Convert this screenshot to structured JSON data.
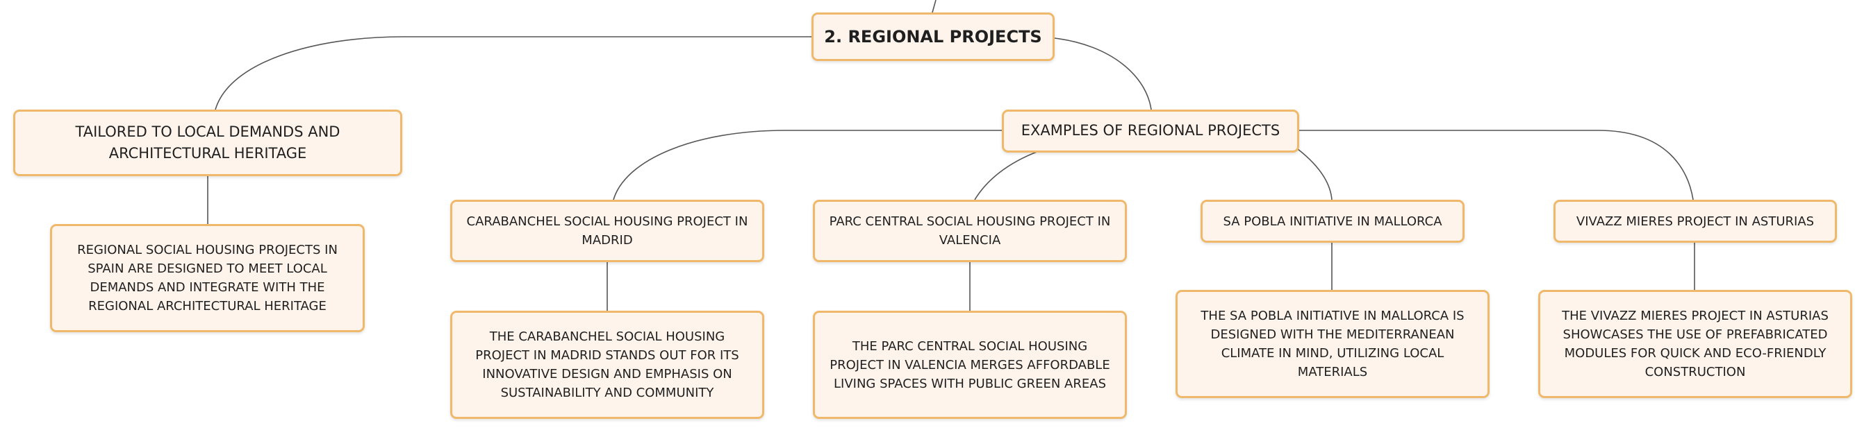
{
  "root": {
    "label": "2. REGIONAL PROJECTS"
  },
  "branches": [
    {
      "label": "TAILORED TO LOCAL DEMANDS AND ARCHITECTURAL HERITAGE",
      "detail": "REGIONAL SOCIAL HOUSING PROJECTS IN SPAIN ARE DESIGNED TO MEET LOCAL DEMANDS AND INTEGRATE WITH THE REGIONAL ARCHITECTURAL HERITAGE"
    },
    {
      "label": "EXAMPLES OF REGIONAL PROJECTS",
      "examples": [
        {
          "label": "CARABANCHEL SOCIAL HOUSING PROJECT IN MADRID",
          "detail": "THE CARABANCHEL SOCIAL HOUSING PROJECT IN MADRID STANDS OUT FOR ITS INNOVATIVE DESIGN AND EMPHASIS ON SUSTAINABILITY AND COMMUNITY"
        },
        {
          "label": "PARC CENTRAL SOCIAL HOUSING PROJECT IN VALENCIA",
          "detail": "THE PARC CENTRAL SOCIAL HOUSING PROJECT IN VALENCIA MERGES AFFORDABLE LIVING SPACES WITH PUBLIC GREEN AREAS"
        },
        {
          "label": "SA POBLA INITIATIVE IN MALLORCA",
          "detail": "THE SA POBLA INITIATIVE IN MALLORCA IS DESIGNED WITH THE MEDITERRANEAN CLIMATE IN MIND, UTILIZING LOCAL MATERIALS"
        },
        {
          "label": "VIVAZZ MIERES PROJECT IN ASTURIAS",
          "detail": "THE VIVAZZ MIERES PROJECT IN ASTURIAS SHOWCASES THE USE OF PREFABRICATED MODULES FOR QUICK AND ECO-FRIENDLY CONSTRUCTION"
        }
      ]
    }
  ],
  "colors": {
    "node_fill": "#fef4ec",
    "node_border": "#f0b86a",
    "connector": "#555555",
    "text": "#1f1f1f"
  }
}
